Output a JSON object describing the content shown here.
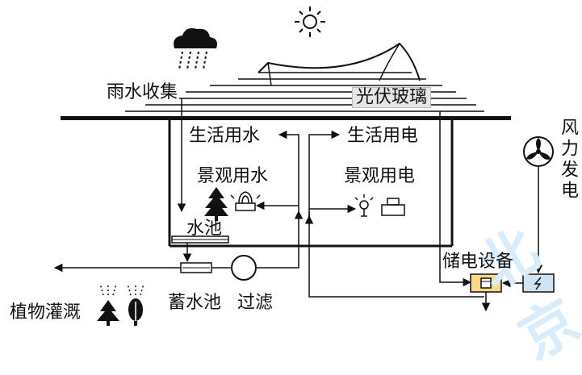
{
  "labels": {
    "rain_collection": "雨水收集",
    "pv_glass": "光伏玻璃",
    "domestic_water": "生活用水",
    "domestic_power": "生活用电",
    "landscape_water": "景观用水",
    "landscape_power": "景观用电",
    "pool": "水池",
    "storage_tank": "蓄水池",
    "filter": "过滤",
    "plant_irrigation": "植物灌溉",
    "energy_storage": "储电设备",
    "wind_power": "风力发电"
  },
  "colors": {
    "line": "#111111",
    "pv_box": "#e6e6e6",
    "storage_fill": "#f7d98a",
    "inverter_fill": "#cfe3f3",
    "watermark": "#d9ecfb"
  },
  "icons": [
    "sun-icon",
    "rain-cloud-icon",
    "tree-icon",
    "fountain-icon",
    "lamp-icon",
    "battery-icon",
    "wind-turbine-icon"
  ]
}
